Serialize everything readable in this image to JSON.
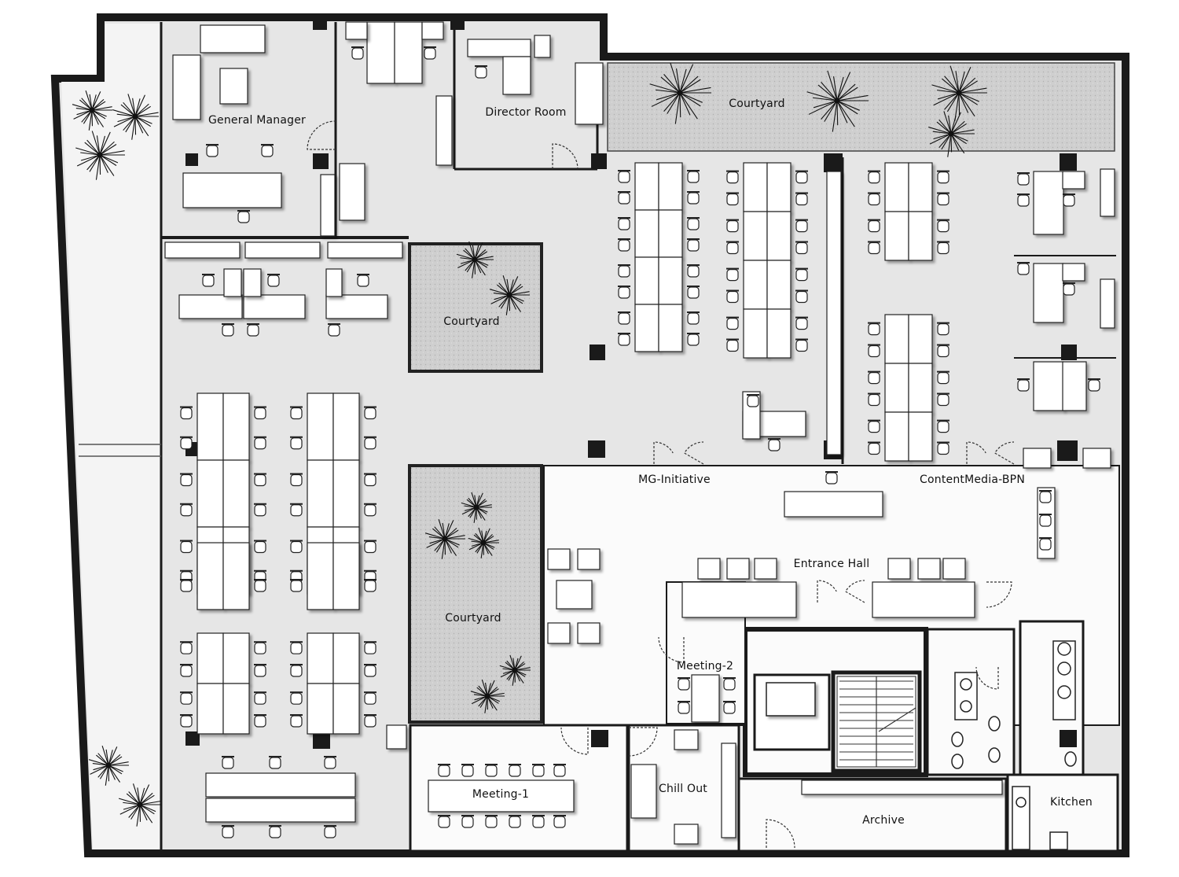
{
  "colors": {
    "wall": "#1a1a1a",
    "floor": "#e6e6e6",
    "courtyard": "#c8c8c8",
    "furniture": "#ffffff",
    "furniture_outline": "#222222",
    "room_white": "#fbfbfb"
  },
  "labels": {
    "general_manager": "General Manager",
    "director_room": "Director Room",
    "courtyard_top": "Courtyard",
    "courtyard_middle": "Courtyard",
    "courtyard_bottom": "Courtyard",
    "mg_initiative": "MG-Initiative",
    "contentmedia_bpn": "ContentMedia-BPN",
    "entrance_hall": "Entrance Hall",
    "meeting_2": "Meeting-2",
    "meeting_1": "Meeting-1",
    "chill_out": "Chill Out",
    "archive": "Archive",
    "kitchen": "Kitchen"
  },
  "icons": {
    "plant": "palm-plant-icon",
    "chair": "office-chair-icon",
    "desk": "desk-icon",
    "door": "door-swing-icon",
    "column": "structural-column-icon",
    "toilet": "toilet-icon",
    "sink": "sink-icon",
    "stair": "staircase-icon"
  }
}
